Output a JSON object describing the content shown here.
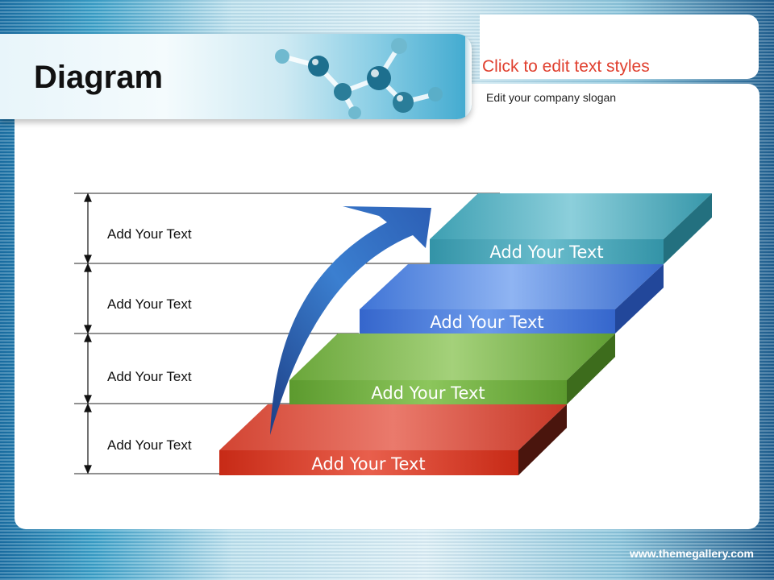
{
  "header": {
    "title": "Diagram",
    "subtitle": "Click to edit text styles",
    "slogan": "Edit your company slogan"
  },
  "footer": {
    "website": "www.themegallery.com"
  },
  "diagram": {
    "steps": [
      {
        "label": "Add Your Text",
        "color": "#d6392a"
      },
      {
        "label": "Add Your Text",
        "color": "#6aa63a"
      },
      {
        "label": "Add Your Text",
        "color": "#3f74d6"
      },
      {
        "label": "Add Your Text",
        "color": "#3d9fb2"
      }
    ],
    "side_labels": [
      "Add Your Text",
      "Add Your Text",
      "Add Your Text",
      "Add Your Text"
    ],
    "arrow": {
      "color": "#2f6fc0"
    }
  }
}
